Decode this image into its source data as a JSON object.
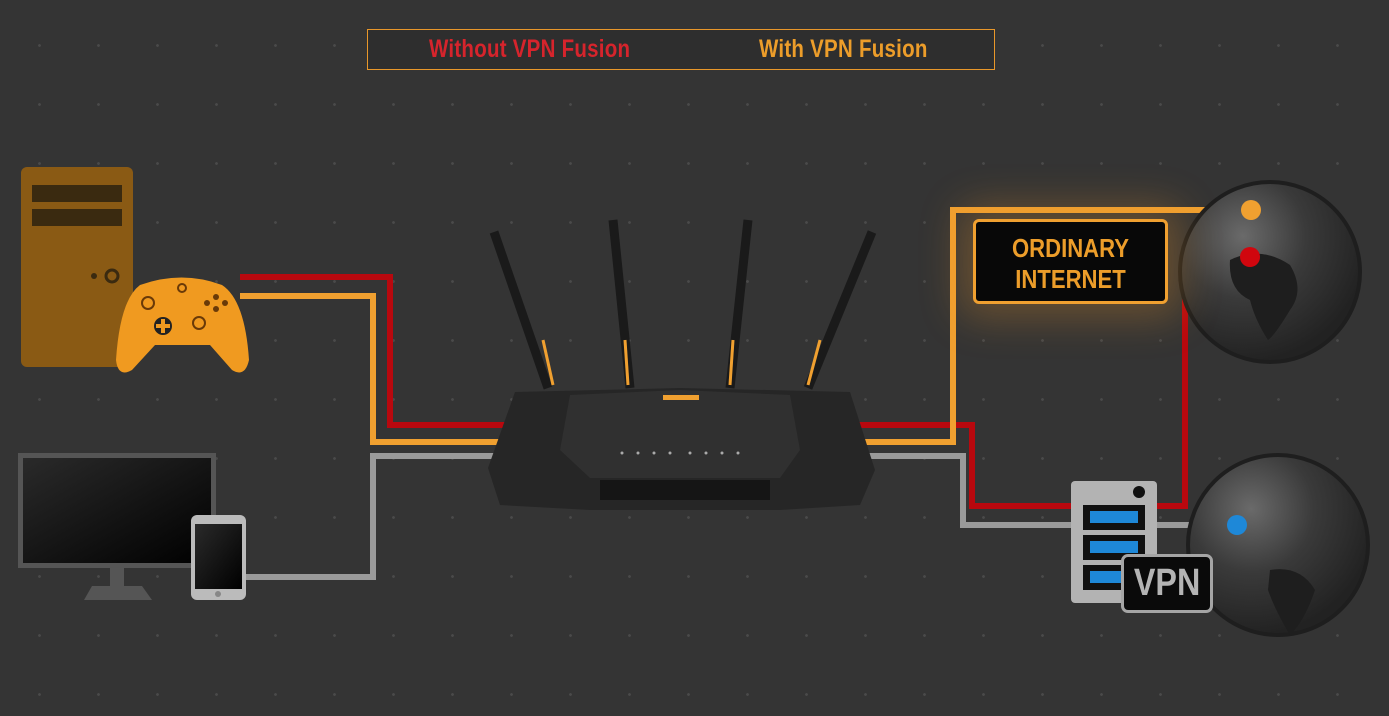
{
  "tabs": [
    {
      "label": "Without VPN Fusion",
      "color": "#d6242c"
    },
    {
      "label": "With VPN Fusion",
      "color": "#ec9d2a"
    }
  ],
  "labels": {
    "ordinary_internet_line1": "ORDINARY",
    "ordinary_internet_line2": "INTERNET",
    "vpn": "VPN"
  },
  "colors": {
    "red_path": "#b8080e",
    "orange_path": "#f0a030",
    "gray_path": "#9a9a9a",
    "vpn_endpoint": "#1e88d8"
  },
  "icons": [
    "desktop-pc-icon",
    "game-controller-icon",
    "monitor-icon",
    "smartphone-icon",
    "router-icon",
    "globe-icon",
    "vpn-server-icon"
  ]
}
